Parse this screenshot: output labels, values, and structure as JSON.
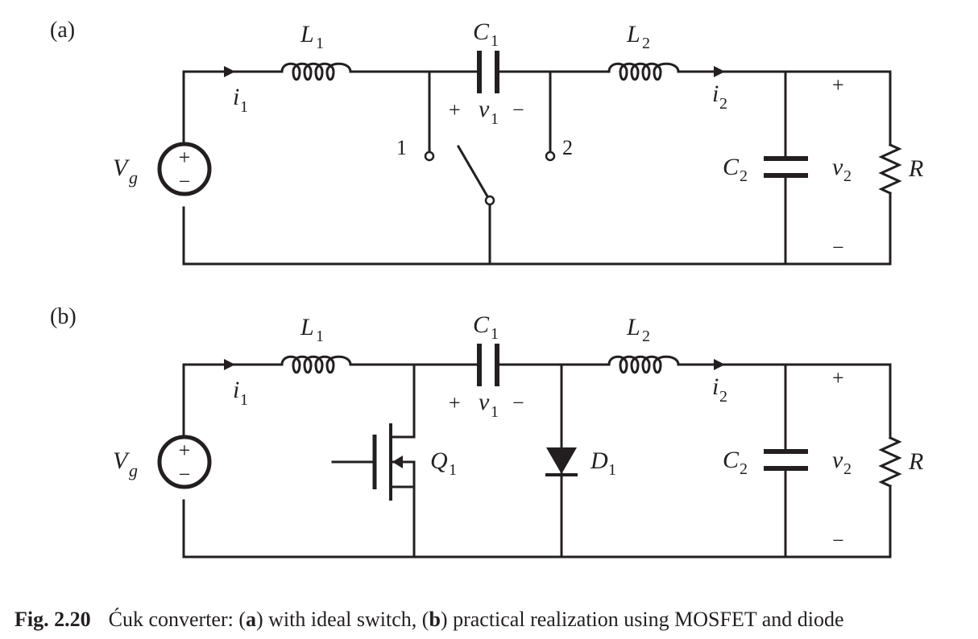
{
  "panels": [
    {
      "tag": "(a)",
      "labels": {
        "L1": "L",
        "L1_sub": "1",
        "C1": "C",
        "C1_sub": "1",
        "L2": "L",
        "L2_sub": "2",
        "i1": "i",
        "i1_sub": "1",
        "i2": "i",
        "i2_sub": "2",
        "Vg": "V",
        "Vg_sub": "g",
        "v1_plus": "+",
        "v1": "v",
        "v1_sub": "1",
        "v1_minus": "−",
        "C2": "C",
        "C2_sub": "2",
        "v2": "v",
        "v2_sub": "2",
        "R": "R",
        "out_plus": "+",
        "out_minus": "−",
        "src_plus": "+",
        "src_minus": "−",
        "switch_pos1": "1",
        "switch_pos2": "2"
      }
    },
    {
      "tag": "(b)",
      "labels": {
        "L1": "L",
        "L1_sub": "1",
        "C1": "C",
        "C1_sub": "1",
        "L2": "L",
        "L2_sub": "2",
        "i1": "i",
        "i1_sub": "1",
        "i2": "i",
        "i2_sub": "2",
        "Vg": "V",
        "Vg_sub": "g",
        "v1_plus": "+",
        "v1": "v",
        "v1_sub": "1",
        "v1_minus": "−",
        "C2": "C",
        "C2_sub": "2",
        "v2": "v",
        "v2_sub": "2",
        "R": "R",
        "out_plus": "+",
        "out_minus": "−",
        "src_plus": "+",
        "src_minus": "−",
        "Q1": "Q",
        "Q1_sub": "1",
        "D1": "D",
        "D1_sub": "1"
      }
    }
  ],
  "caption": {
    "number": "Fig. 2.20",
    "text_1": "Ćuk converter: (",
    "a": "a",
    "text_2": ") with ideal switch, (",
    "b": "b",
    "text_3": ") practical realization using MOSFET and diode"
  }
}
